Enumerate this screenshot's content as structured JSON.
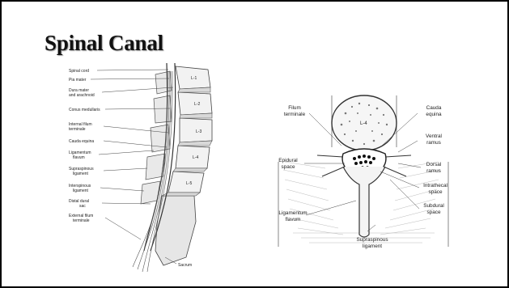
{
  "slide": {
    "title": "Spinal Canal"
  },
  "sagittal_figure": {
    "labels": [
      "Spinal cord",
      "Pia mater",
      "Dura mater",
      "and arachnoid",
      "Conus medullaris",
      "Internal filum",
      "terminale",
      "Cauda equina",
      "Ligamentum",
      "flavum",
      "Supraspinous",
      "ligament",
      "Interspinous",
      "ligament",
      "Distal dural",
      "sac",
      "External filum",
      "terminale",
      "Sacrum"
    ],
    "vertebra_labels": [
      "L-1",
      "L-2",
      "L-3",
      "L-4",
      "L-5"
    ]
  },
  "axial_figure": {
    "body_label": "L-4",
    "left_labels": [
      "Filum",
      "terminale",
      "Epidural",
      "space",
      "Ligamentum",
      "flavum"
    ],
    "right_labels": [
      "Cauda",
      "equina",
      "Ventral",
      "ramus",
      "Dorsal",
      "ramus",
      "Intrathecal",
      "space",
      "Subdural",
      "space"
    ],
    "bottom_labels": [
      "Supraspinous",
      "ligament"
    ]
  }
}
